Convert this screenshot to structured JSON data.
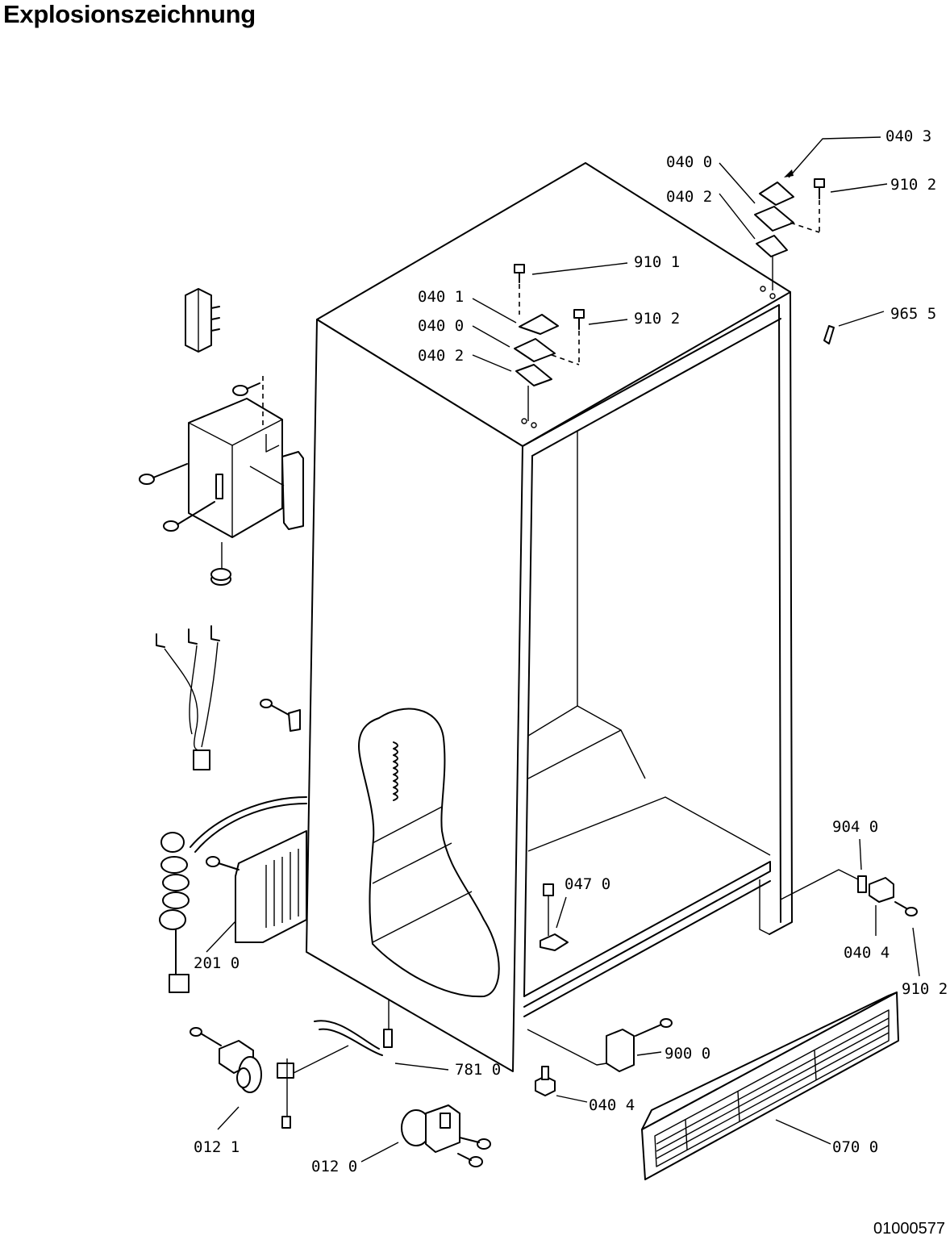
{
  "title": "Explosionszeichnung",
  "document_number": "01000577",
  "part_labels": [
    {
      "id": "p0403",
      "text": "040  3"
    },
    {
      "id": "p0400a",
      "text": "040  0"
    },
    {
      "id": "p9102a",
      "text": "910  2"
    },
    {
      "id": "p0402a",
      "text": "040  2"
    },
    {
      "id": "p9101",
      "text": "910  1"
    },
    {
      "id": "p0401",
      "text": "040  1"
    },
    {
      "id": "p9102b",
      "text": "910  2"
    },
    {
      "id": "p0400b",
      "text": "040  0"
    },
    {
      "id": "p0402b",
      "text": "040  2"
    },
    {
      "id": "p9655",
      "text": "965  5"
    },
    {
      "id": "p9040",
      "text": "904  0"
    },
    {
      "id": "p0470",
      "text": "047  0"
    },
    {
      "id": "p0404a",
      "text": "040  4"
    },
    {
      "id": "p9102c",
      "text": "910  2"
    },
    {
      "id": "p2010",
      "text": "201  0"
    },
    {
      "id": "p9000",
      "text": "900  0"
    },
    {
      "id": "p7810",
      "text": "781  0"
    },
    {
      "id": "p0404b",
      "text": "040  4"
    },
    {
      "id": "p0121",
      "text": "012  1"
    },
    {
      "id": "p0120",
      "text": "012  0"
    },
    {
      "id": "p0700",
      "text": "070  0"
    }
  ]
}
